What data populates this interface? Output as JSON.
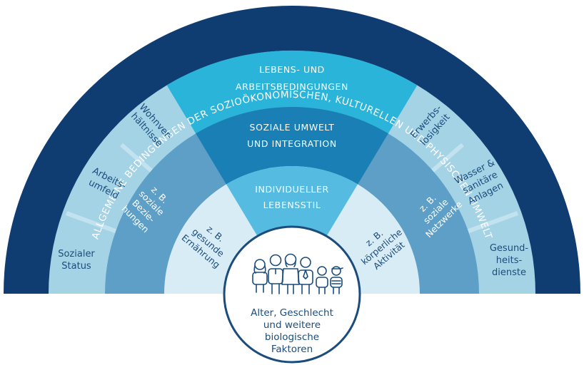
{
  "outer_ring_text": "ALLGEMEINE BEDINGUNGEN DER SOZIOÖKONOMISCHEN, KULTURELLEN UND PHYSISCHEN UMWELT",
  "layer_lebens": [
    "LEBENS- UND",
    "ARBEITSBEDINGUNGEN"
  ],
  "layer_sozial": [
    "SOZIALE UMWELT",
    "UND INTEGRATION"
  ],
  "layer_individuell": [
    "INDIVIDUELLER",
    "LEBENSSTIL"
  ],
  "left_segments": {
    "wohn": [
      "Wohnver-",
      "hältnisse"
    ],
    "arbeit": [
      "Arbeits-",
      "umfeld"
    ],
    "status": [
      "Sozialer",
      "Status"
    ],
    "beziehungen": [
      "z. B.",
      "soziale",
      "Bezie-",
      "hungen"
    ],
    "ernaehrung": [
      "z. B.",
      "gesunde",
      "Ernährung"
    ]
  },
  "right_segments": {
    "erwerb": [
      "Erwerbs-",
      "losigkeit"
    ],
    "wasser": [
      "Wasser &",
      "sanitäre",
      "Anlagen"
    ],
    "gesund": [
      "Gesund-",
      "heits-",
      "dienste"
    ],
    "netzwerke": [
      "z. B.",
      "soziale",
      "Netzwerke"
    ],
    "aktivitaet": [
      "z. B.",
      "körperliche",
      "Aktivität"
    ]
  },
  "center": [
    "Alter, Geschlecht",
    "und weitere",
    "biologische",
    "Faktoren"
  ],
  "colors": {
    "outer": "#0f3d72",
    "lebens_band": "#a4d3e6",
    "lebens_center": "#2ab4d9",
    "sozial_band": "#5d9fc7",
    "sozial_center": "#1a7fb5",
    "indiv_band": "#d8ecf5",
    "indiv_center": "#55bbe0",
    "text_dark": "#1b4c7c"
  },
  "icons": [
    "people-group-icon"
  ]
}
